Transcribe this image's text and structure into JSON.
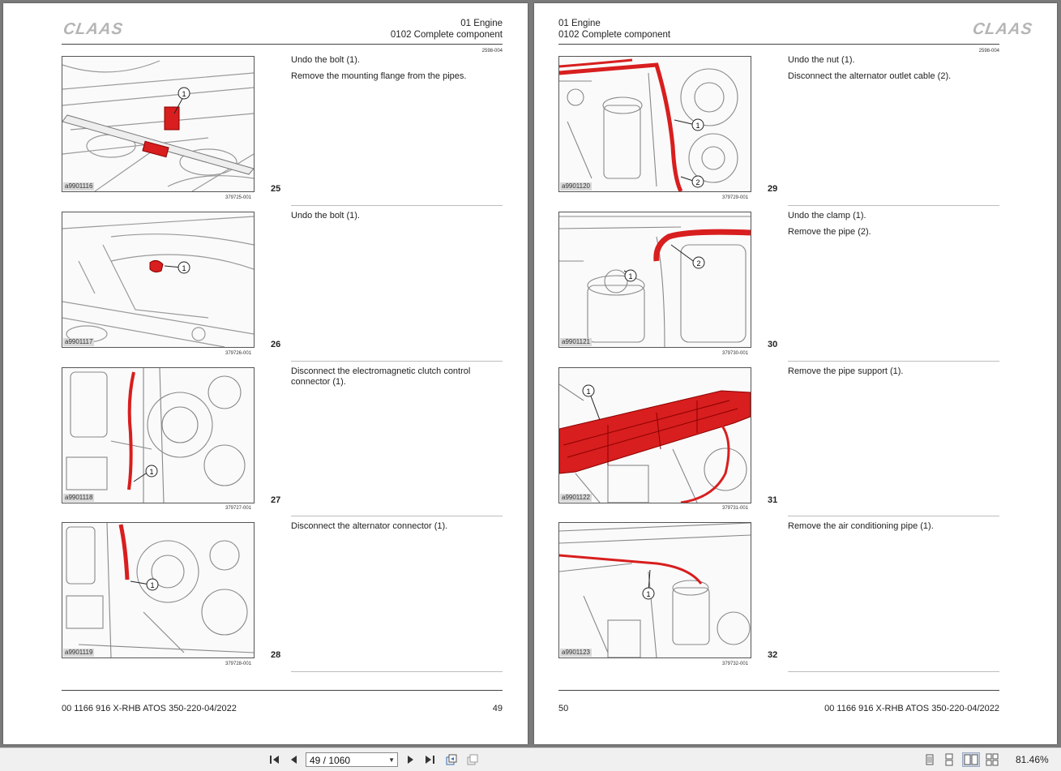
{
  "brand": "CLAAS",
  "header": {
    "chapter": "01 Engine",
    "section": "0102 Complete component"
  },
  "doc_code": "2598-004",
  "pages": {
    "left": {
      "steps": [
        {
          "num": "25",
          "image_id": "a9901116",
          "ref": "379725-001",
          "texts": [
            "Undo the bolt (1).",
            "Remove the mounting flange from the pipes."
          ]
        },
        {
          "num": "26",
          "image_id": "a9901117",
          "ref": "379726-001",
          "texts": [
            "Undo the bolt (1)."
          ]
        },
        {
          "num": "27",
          "image_id": "a9901118",
          "ref": "379727-001",
          "texts": [
            "Disconnect the electromagnetic clutch control connector (1)."
          ]
        },
        {
          "num": "28",
          "image_id": "a9901119",
          "ref": "379728-001",
          "texts": [
            "Disconnect the alternator connector (1)."
          ]
        }
      ],
      "footer_doc": "00 1166 916 X-RHB ATOS 350-220-04/2022",
      "page_number": "49"
    },
    "right": {
      "steps": [
        {
          "num": "29",
          "image_id": "a9901120",
          "ref": "379729-001",
          "texts": [
            "Undo the nut (1).",
            "Disconnect the alternator outlet cable (2)."
          ]
        },
        {
          "num": "30",
          "image_id": "a9901121",
          "ref": "379730-001",
          "texts": [
            "Undo the clamp (1).",
            "Remove the pipe (2)."
          ]
        },
        {
          "num": "31",
          "image_id": "a9901122",
          "ref": "379731-001",
          "texts": [
            "Remove the pipe support (1)."
          ]
        },
        {
          "num": "32",
          "image_id": "a9901123",
          "ref": "379732-001",
          "texts": [
            "Remove the air conditioning pipe (1)."
          ]
        }
      ],
      "footer_doc": "00 1166 916 X-RHB ATOS 350-220-04/2022",
      "page_number": "50"
    }
  },
  "callouts": [
    "1",
    "2"
  ],
  "toolbar": {
    "page_indicator": "49 / 1060",
    "zoom": "81.46%",
    "icons": [
      "first-page-icon",
      "prev-page-icon",
      "next-page-icon",
      "last-page-icon",
      "previous-view-icon",
      "next-view-icon",
      "single-page-icon",
      "continuous-icon",
      "facing-pages-icon",
      "continuous-facing-icon"
    ]
  },
  "colors": {
    "highlight": "#d81e1e",
    "page": "#ffffff",
    "background": "#7b7b7b"
  }
}
